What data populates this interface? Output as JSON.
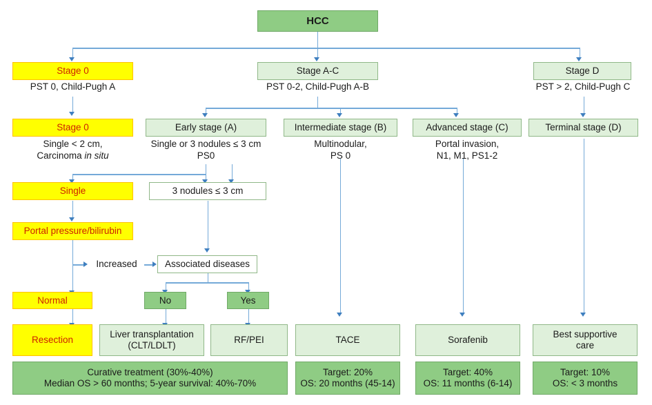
{
  "diagram": {
    "title": "HCC staging and treatment algorithm",
    "colors": {
      "dark_green": "#8fcc84",
      "light_green": "#dff0db",
      "white": "#ffffff",
      "yellow": "#ffff00",
      "yellow_border": "#ffc000",
      "red_text": "#cc2200",
      "connector_blue": "#74a9d8",
      "arrow_blue": "#3f7fbf",
      "green_border": "#8fb787"
    }
  },
  "nodes": {
    "root": {
      "label": "HCC"
    },
    "stage0_top": {
      "label": "Stage 0"
    },
    "stage0_top_caption": {
      "label": "PST 0, Child-Pugh A"
    },
    "stage_ac": {
      "label": "Stage A-C"
    },
    "stage_ac_caption": {
      "label": "PST 0-2, Child-Pugh A-B"
    },
    "stage_d": {
      "label": "Stage D"
    },
    "stage_d_caption": {
      "label": "PST > 2, Child-Pugh C"
    },
    "stage0_mid": {
      "label": "Stage 0"
    },
    "stage0_mid_caption_line1": {
      "label": "Single < 2 cm,"
    },
    "stage0_mid_caption_line2_pre": {
      "label": "Carcinoma "
    },
    "stage0_mid_caption_line2_italic": {
      "label": "in situ"
    },
    "early_stage": {
      "label": "Early stage (A)"
    },
    "early_stage_caption_line1": {
      "label": "Single or 3 nodules ≤ 3 cm"
    },
    "early_stage_caption_line2": {
      "label": "PS0"
    },
    "intermediate_stage": {
      "label": "Intermediate stage (B)"
    },
    "intermediate_caption_line1": {
      "label": "Multinodular,"
    },
    "intermediate_caption_line2": {
      "label": "PS 0"
    },
    "advanced_stage": {
      "label": "Advanced stage (C)"
    },
    "advanced_caption_line1": {
      "label": "Portal invasion,"
    },
    "advanced_caption_line2": {
      "label": "N1, M1, PS1-2"
    },
    "terminal_stage": {
      "label": "Terminal stage (D)"
    },
    "single": {
      "label": "Single"
    },
    "three_nodules": {
      "label": "3 nodules ≤ 3 cm"
    },
    "portal_pressure": {
      "label": "Portal pressure/bilirubin"
    },
    "increased": {
      "label": "Increased"
    },
    "associated_diseases": {
      "label": "Associated diseases"
    },
    "normal": {
      "label": "Normal"
    },
    "no": {
      "label": "No"
    },
    "yes": {
      "label": "Yes"
    },
    "resection": {
      "label": "Resection"
    },
    "liver_transplant_line1": {
      "label": "Liver transplantation"
    },
    "liver_transplant_line2": {
      "label": "(CLT/LDLT)"
    },
    "rf_pei": {
      "label": "RF/PEI"
    },
    "tace": {
      "label": "TACE"
    },
    "sorafenib": {
      "label": "Sorafenib"
    },
    "best_supportive_line1": {
      "label": "Best supportive"
    },
    "best_supportive_line2": {
      "label": "care"
    },
    "outcome_curative_line1": {
      "label": "Curative treatment (30%-40%)"
    },
    "outcome_curative_line2": {
      "label": "Median OS  > 60 months; 5-year survival: 40%-70%"
    },
    "outcome_tace_line1": {
      "label": "Target: 20%"
    },
    "outcome_tace_line2": {
      "label": "OS: 20 months (45-14)"
    },
    "outcome_sorafenib_line1": {
      "label": "Target: 40%"
    },
    "outcome_sorafenib_line2": {
      "label": "OS: 11 months (6-14)"
    },
    "outcome_bsc_line1": {
      "label": "Target: 10%"
    },
    "outcome_bsc_line2": {
      "label": "OS: < 3 months"
    }
  }
}
